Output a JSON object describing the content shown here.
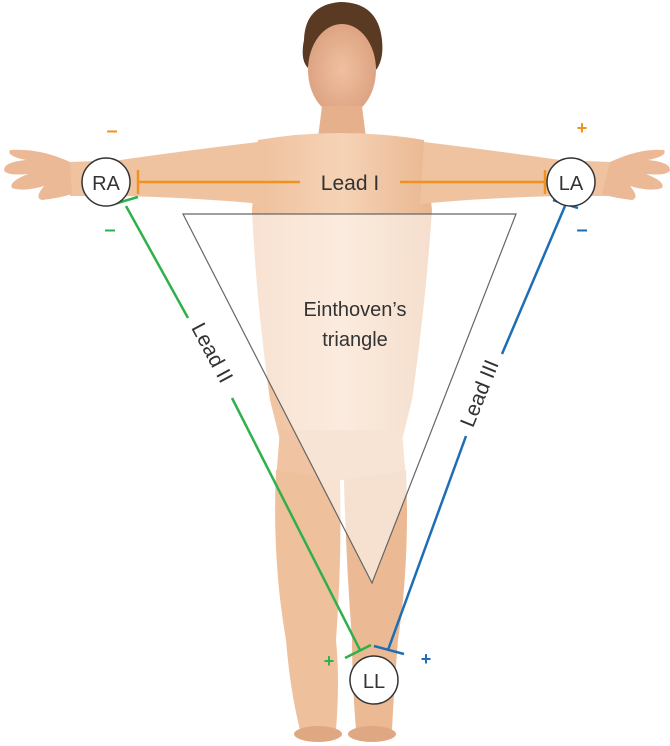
{
  "electrodes": {
    "ra": "RA",
    "la": "LA",
    "ll": "LL"
  },
  "leads": {
    "lead1": "Lead I",
    "lead2": "Lead II",
    "lead3": "Lead III"
  },
  "triangle": {
    "line1": "Einthoven’s",
    "line2": "triangle"
  },
  "polarity": {
    "ra_lead1": "–",
    "la_lead1": "+",
    "ra_lead2": "–",
    "ll_lead2": "+",
    "la_lead3": "–",
    "ll_lead3": "+"
  },
  "colors": {
    "lead1": "#f0931e",
    "lead2": "#2fb04a",
    "lead3": "#1f6db3",
    "skin": "#f2c7a4",
    "triangle_fill": "#ffffff",
    "electrode_stroke": "#333333"
  }
}
